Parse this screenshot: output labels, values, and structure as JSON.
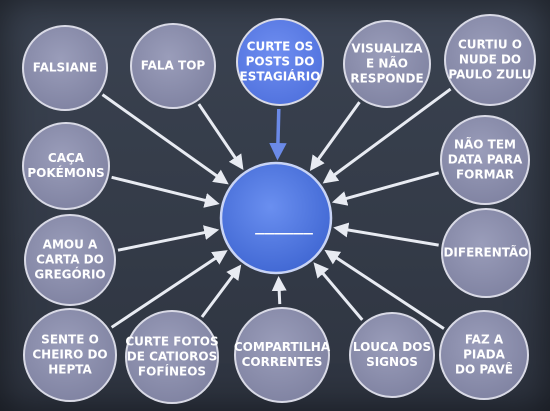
{
  "center": {
    "label": "______"
  },
  "nodes": [
    {
      "lines": [
        "FALSIANE"
      ]
    },
    {
      "lines": [
        "FALA TOP"
      ]
    },
    {
      "lines": [
        "CURTE OS",
        "POSTS DO",
        "ESTAGIÁRIO"
      ],
      "highlight": true
    },
    {
      "lines": [
        "VISUALIZA",
        "E NÃO",
        "RESPONDE"
      ]
    },
    {
      "lines": [
        "CURTIU O",
        "NUDE DO",
        "PAULO ZULU"
      ]
    },
    {
      "lines": [
        "CAÇA",
        "POKÉMONS"
      ]
    },
    {
      "lines": [
        "NÃO TEM",
        "DATA PARA",
        "FORMAR"
      ]
    },
    {
      "lines": [
        "AMOU A",
        "CARTA DO",
        "GREGÓRIO"
      ]
    },
    {
      "lines": [
        "DIFERENTÃO"
      ]
    },
    {
      "lines": [
        "SENTE O",
        "CHEIRO DO",
        "HEPTA"
      ]
    },
    {
      "lines": [
        "CURTE FOTOS",
        "DE CATIOROS",
        "FOFÍNEOS"
      ]
    },
    {
      "lines": [
        "COMPARTILHA",
        "CORRENTES"
      ]
    },
    {
      "lines": [
        "LOUCA DOS",
        "SIGNOS"
      ]
    },
    {
      "lines": [
        "FAZ A",
        "PIADA",
        "DO PAVÊ"
      ]
    }
  ],
  "colors": {
    "node_fill": "#8c8fad",
    "node_stroke": "#d9dae6",
    "highlight_fill": "#5b7ce3",
    "center_fill": "#4f78dd",
    "center_stroke": "#c9d4f5",
    "arrow": "#e8ebf2",
    "highlight_arrow": "#6b8ae8"
  }
}
